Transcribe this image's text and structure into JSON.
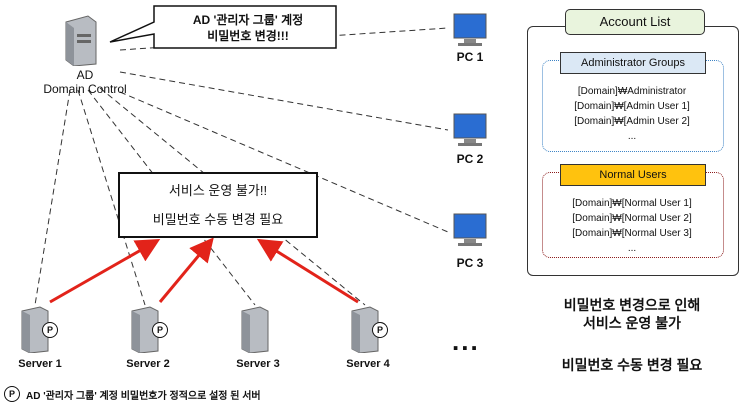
{
  "colors": {
    "server_arrow": "#e2231a",
    "admin_border": "#3b82c4",
    "admin_fill": "#dbe8f5",
    "normal_border": "#8b1a1a",
    "normal_fill": "#ffc20e",
    "title_fill": "#e9f4dd"
  },
  "domain_controller": {
    "line1": "AD",
    "line2": "Domain Control",
    "icon": "server-tower-icon"
  },
  "top_callout": {
    "line1": "AD '관리자 그룹' 계정",
    "line2": "비밀번호 변경!!!"
  },
  "pcs": [
    {
      "label": "PC 1",
      "icon": "monitor-icon"
    },
    {
      "label": "PC 2",
      "icon": "monitor-icon"
    },
    {
      "label": "PC 3",
      "icon": "monitor-icon"
    }
  ],
  "service_callout": {
    "line1": "서비스 운영 불가!!",
    "line2": "비밀번호 수동 변경 필요"
  },
  "servers": [
    {
      "label": "Server 1",
      "badge": "P"
    },
    {
      "label": "Server 2",
      "badge": "P"
    },
    {
      "label": "Server 3",
      "badge": ""
    },
    {
      "label": "Server 4",
      "badge": "P"
    }
  ],
  "more_indicator": "...",
  "account_list": {
    "title": "Account List",
    "admin_group": {
      "title": "Administrator Groups",
      "items": [
        "[Domain]₩Administrator",
        "[Domain]₩[Admin User 1]",
        "[Domain]₩[Admin User 2]",
        "..."
      ]
    },
    "normal_group": {
      "title": "Normal Users",
      "items": [
        "[Domain]₩[Normal User 1]",
        "[Domain]₩[Normal User 2]",
        "[Domain]₩[Normal User 3]",
        "..."
      ]
    }
  },
  "right_notes": {
    "line1": "비밀번호 변경으로 인해",
    "line2": "서비스 운영 불가",
    "line3": "비밀번호 수동 변경 필요"
  },
  "legend": {
    "badge": "P",
    "text": "AD '관리자 그룹' 계정 비밀번호가 정적으로 설정 된 서버"
  }
}
